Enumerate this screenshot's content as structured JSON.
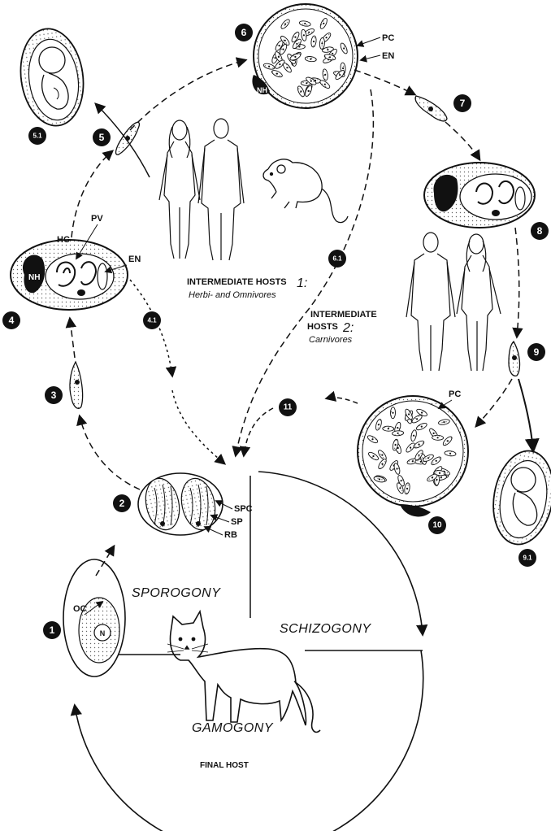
{
  "hosts": {
    "intermediate_1_title": "INTERMEDIATE HOSTS",
    "intermediate_1_number": "1:",
    "intermediate_1_sub": "Herbi- and Omnivores",
    "intermediate_2_line1": "INTERMEDIATE",
    "intermediate_2_line2": "HOSTS",
    "intermediate_2_number": "2:",
    "intermediate_2_sub": "Carnivores",
    "final": "FINAL HOST"
  },
  "phases": {
    "sporogony": "SPOROGONY",
    "schizogony": "SCHIZOGONY",
    "gamogony": "GAMOGONY"
  },
  "stages": {
    "s1": "1",
    "s2": "2",
    "s3": "3",
    "s4": "4",
    "s4_1": "4.1",
    "s5": "5",
    "s5_1": "5.1",
    "s6": "6",
    "s6_1": "6.1",
    "s7": "7",
    "s8": "8",
    "s9": "9",
    "s9_1": "9.1",
    "s10": "10",
    "s11": "11"
  },
  "labels": {
    "pc_top": "PC",
    "en_top": "EN",
    "nh_top": "NH",
    "pv": "PV",
    "hc": "HC",
    "en_left": "EN",
    "nh_left": "NH",
    "pc_bottom": "PC",
    "spc": "SPC",
    "sp": "SP",
    "rb": "RB",
    "oc": "OC",
    "n": "N"
  }
}
